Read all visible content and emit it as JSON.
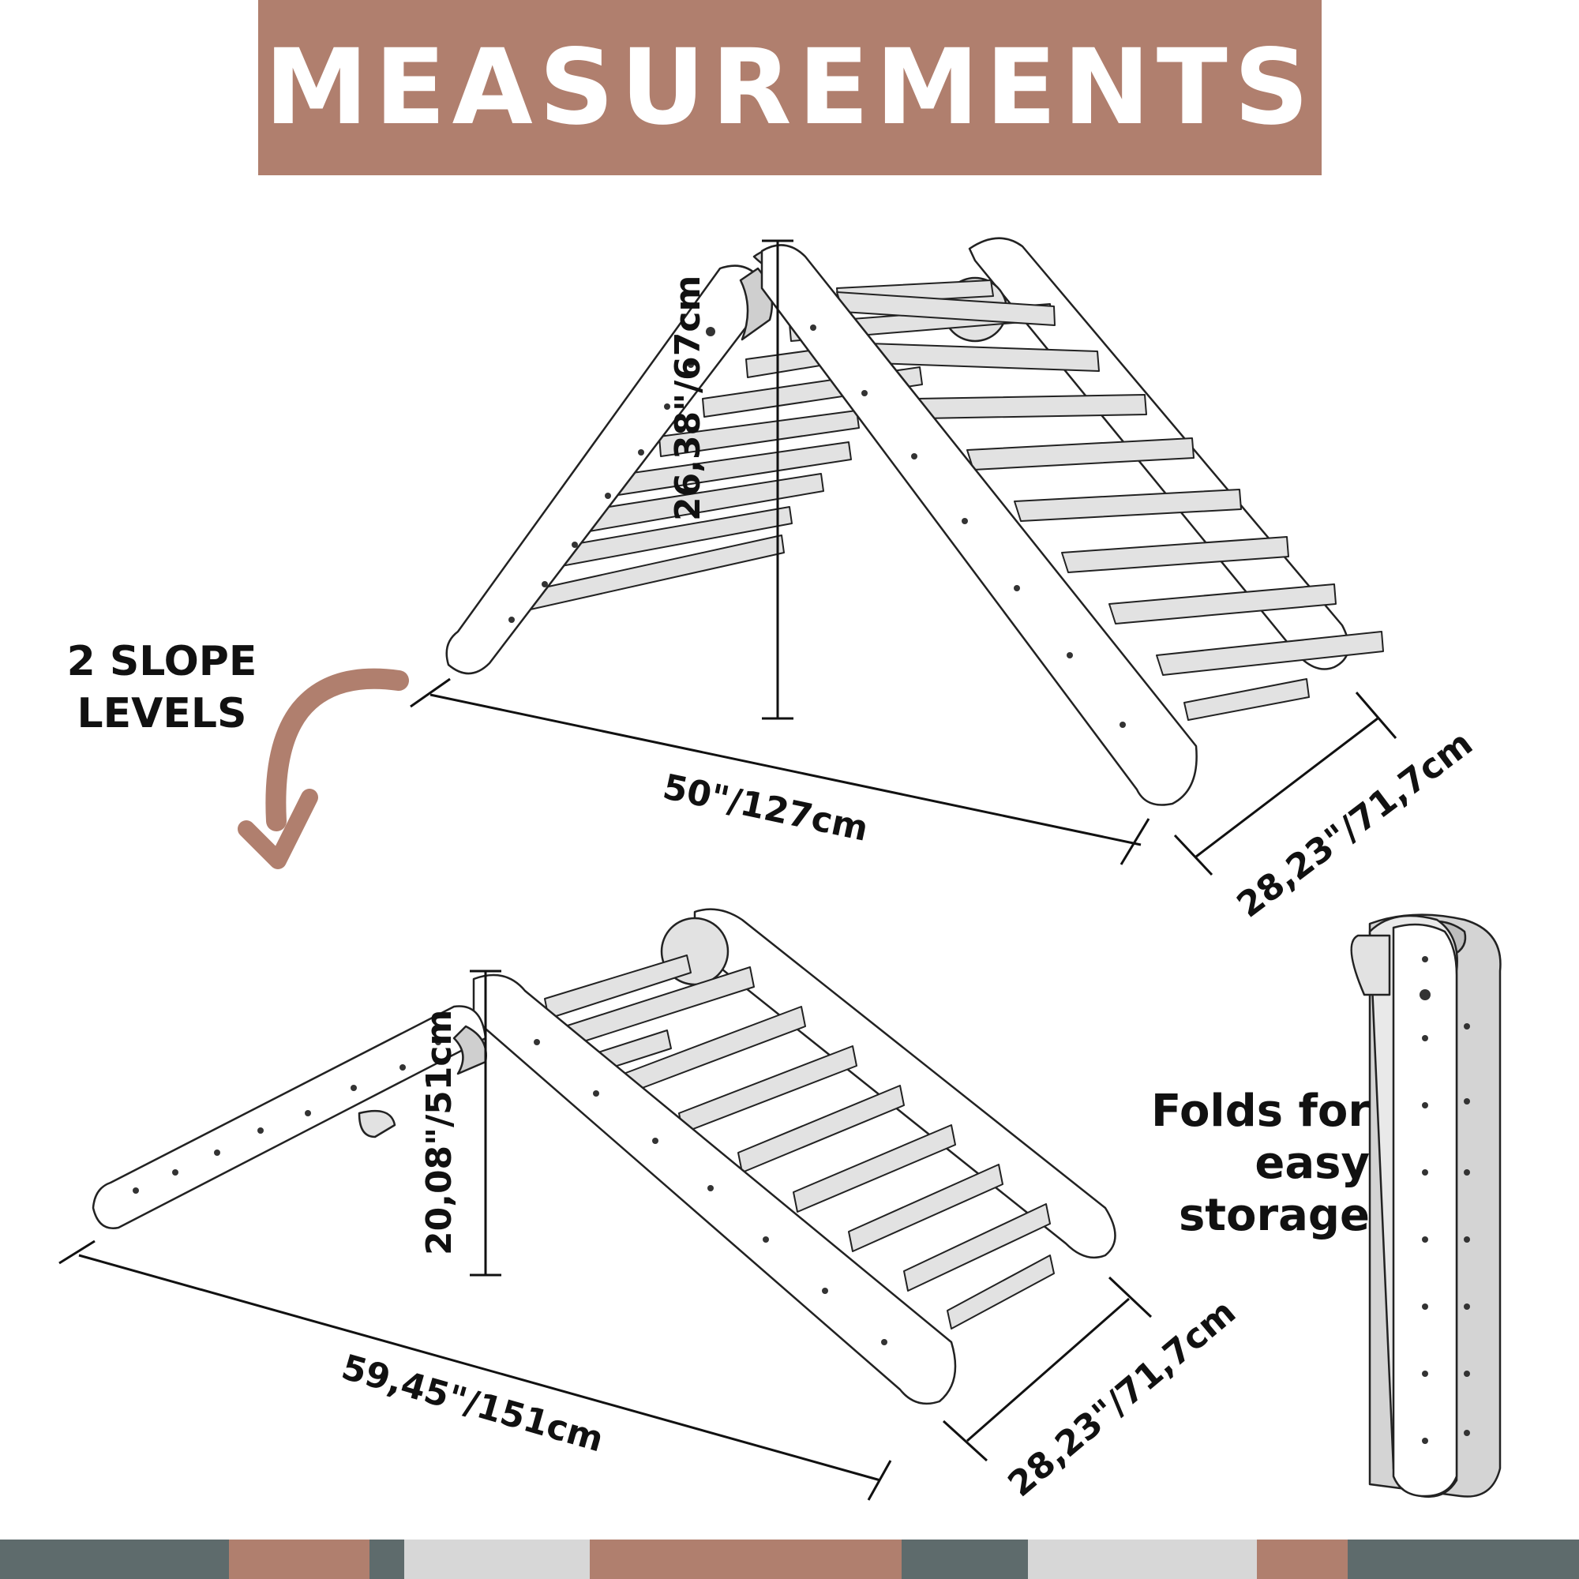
{
  "title": "MEASUREMENTS",
  "captions": {
    "slope": [
      "2 SLOPE",
      "LEVELS"
    ],
    "storage": [
      "Folds for",
      "easy",
      "storage"
    ]
  },
  "dimensions": {
    "top": {
      "height": "26,38\"/67cm",
      "length": "50\"/127cm",
      "width": "28,23\"/71,7cm"
    },
    "bottom": {
      "height": "20,08\"/51cm",
      "length": "59,45\"/151cm",
      "width": "28,23\"/71,7cm"
    }
  },
  "colors": {
    "accent": "#b07f6e",
    "text": "#111111",
    "banner_text": "#ffffff",
    "stripe_dark": "#5e6b6c",
    "stripe_light": "#d7d7d7",
    "stripe_accent": "#b07f6e"
  },
  "icons": {
    "arrow": "curved-down-arrow"
  }
}
